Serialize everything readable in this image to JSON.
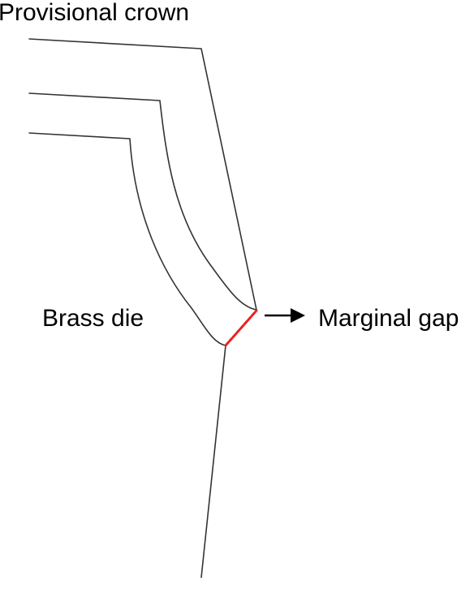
{
  "labels": {
    "provisional_crown": "Provisional crown",
    "brass_die": "Brass die",
    "marginal_gap": "Marginal gap"
  },
  "colors": {
    "outline": "#333333",
    "marginal_gap": "#e8231f",
    "arrow": "#000000",
    "text": "#000000",
    "background": "#ffffff"
  }
}
